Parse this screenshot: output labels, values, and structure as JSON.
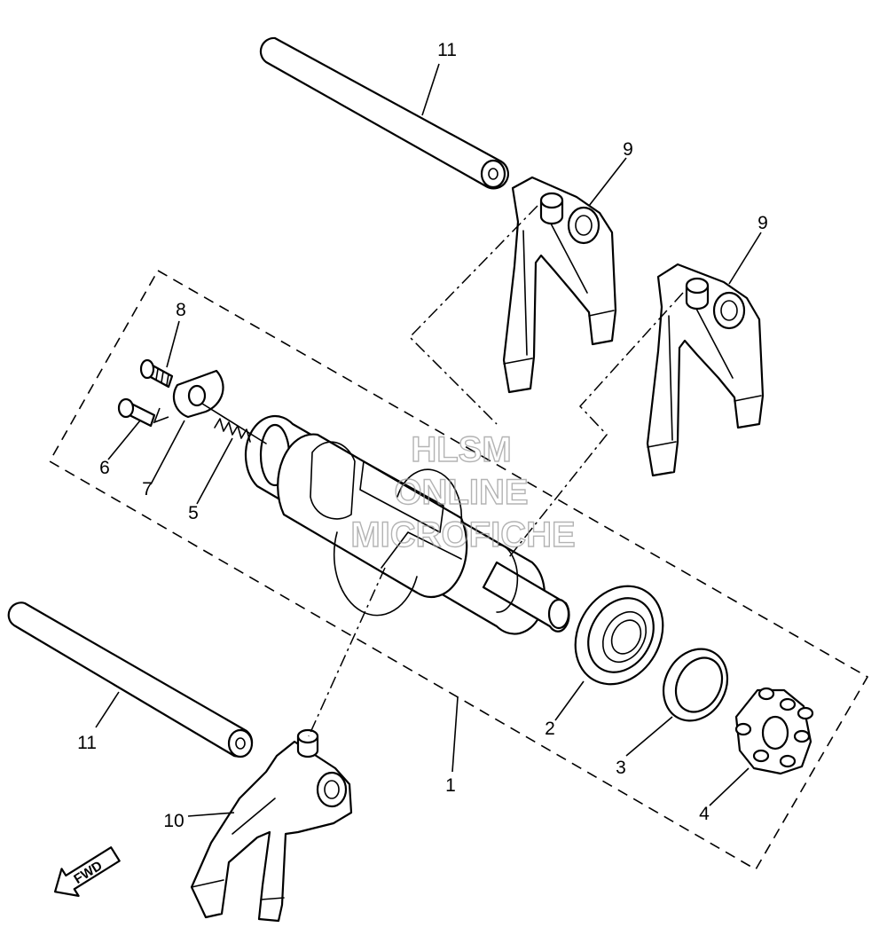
{
  "watermark": {
    "line1": "HLSM",
    "line2": "ONLINE",
    "line3": "MICROFICHE"
  },
  "direction_arrow": {
    "label": "FWD"
  },
  "callouts": {
    "p1": "1",
    "p2": "2",
    "p3": "3",
    "p4": "4",
    "p5": "5",
    "p6": "6",
    "p7": "7",
    "p8": "8",
    "p9a": "9",
    "p9b": "9",
    "p10": "10",
    "p11a": "11",
    "p11b": "11"
  }
}
